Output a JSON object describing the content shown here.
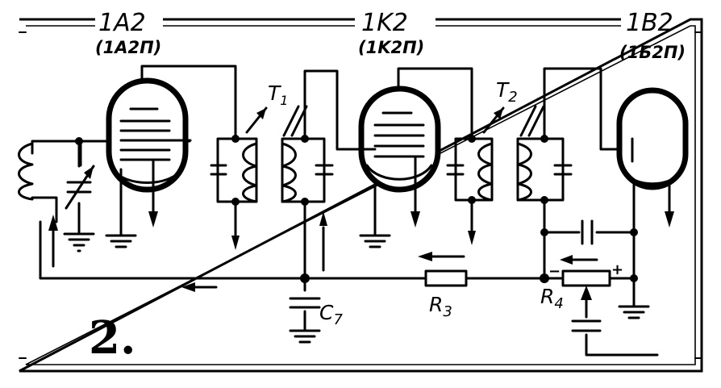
{
  "tubes": [
    {
      "name": "1A2",
      "alt": "(1A2П)"
    },
    {
      "name": "1K2",
      "alt": "(1K2П)"
    },
    {
      "name": "1B2",
      "alt": "(1Б2П)"
    }
  ],
  "components": {
    "t1": "T",
    "t1_sub": "1",
    "t2": "T",
    "t2_sub": "2",
    "c7": "C",
    "c7_sub": "7",
    "r3": "R",
    "r3_sub": "3",
    "r4": "R",
    "r4_sub": "4"
  },
  "polarity": {
    "minus": "−",
    "plus": "+"
  },
  "figure_number": "2."
}
